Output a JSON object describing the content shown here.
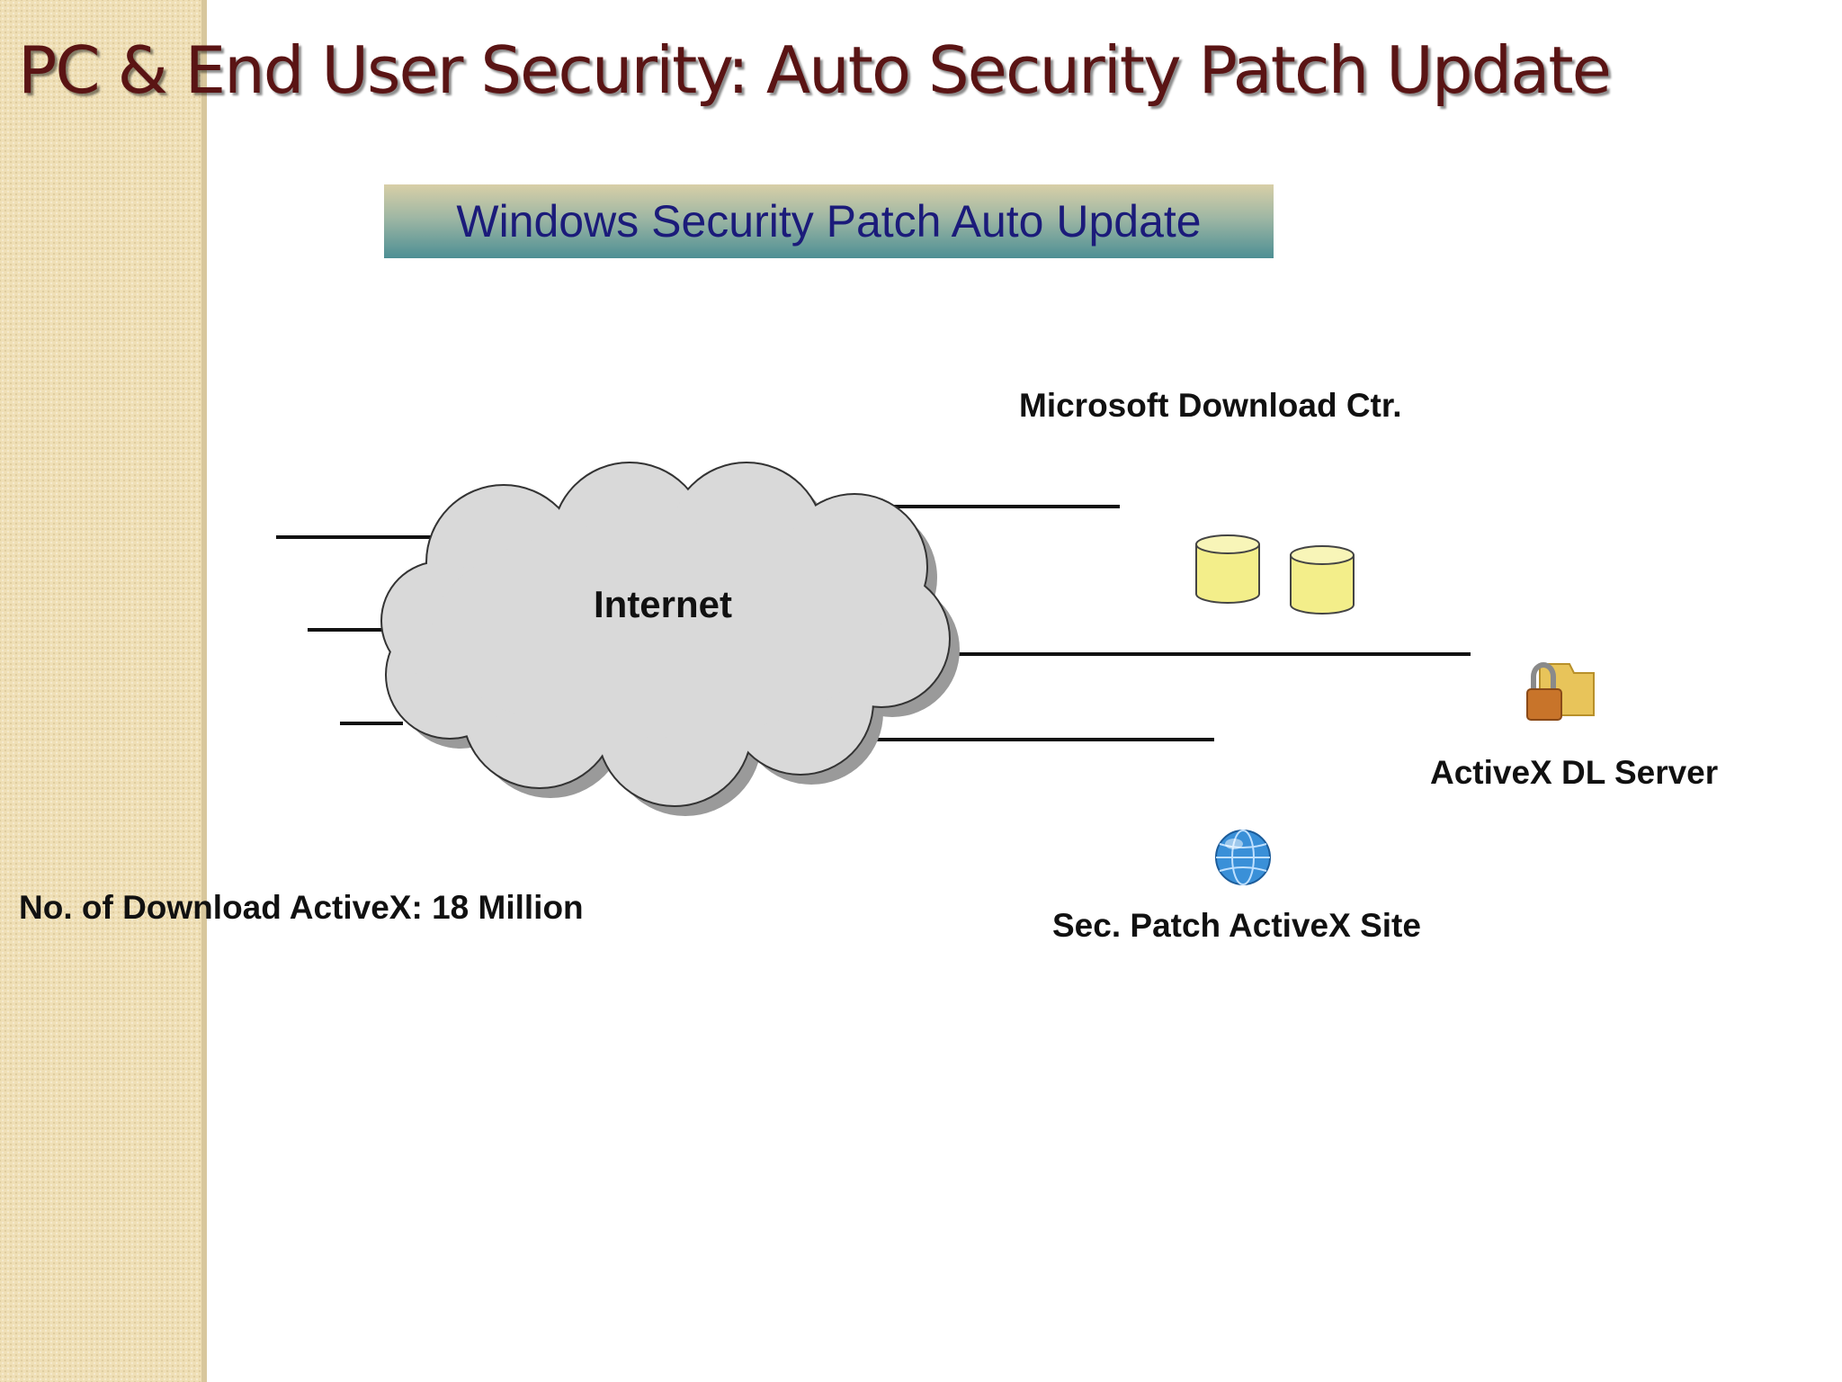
{
  "slide": {
    "title": "PC & End User Security: Auto Security Patch Update",
    "banner": "Windows Security Patch Auto Update"
  },
  "diagram": {
    "cloud_label": "Internet",
    "download_center_label": "Microsoft Download Ctr.",
    "activex_server_label": "ActiveX DL Server",
    "patch_site_label": "Sec. Patch ActiveX Site",
    "download_count_label": "No. of Download ActiveX: 18 Million"
  },
  "icons": {
    "database": "database-icon",
    "lock_folder": "lock-folder-icon",
    "globe": "globe-icon"
  },
  "colors": {
    "title": "#5a1414",
    "banner_text": "#1b1b7a",
    "cloud_fill": "#d9d9d9",
    "database_fill": "#f3ee8a"
  }
}
